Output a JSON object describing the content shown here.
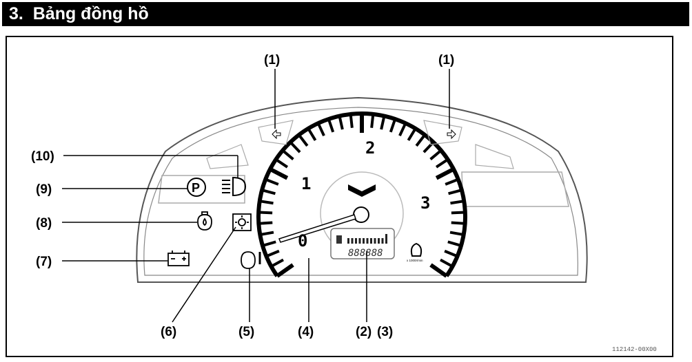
{
  "header": {
    "title": "3.  Bảng đồng hồ"
  },
  "callouts": {
    "c1": "(1)",
    "c2": "(2)",
    "c3": "(3)",
    "c4": "(4)",
    "c5": "(5)",
    "c6": "(6)",
    "c7": "(7)",
    "c8": "(8)",
    "c9": "(9)",
    "c10": "(10)"
  },
  "gauge": {
    "ticks": [
      "0",
      "1",
      "2",
      "3"
    ],
    "unit": "x 1000r/min",
    "odometer": "888888"
  },
  "figure_code": "112142-00X00",
  "icons": [
    "turn-signal-icon",
    "fuel-icon",
    "engine-rpm-icon",
    "high-beam-icon",
    "parking-brake-icon",
    "oil-pressure-icon",
    "glow-plug-icon",
    "coolant-temperature-icon",
    "battery-icon"
  ]
}
